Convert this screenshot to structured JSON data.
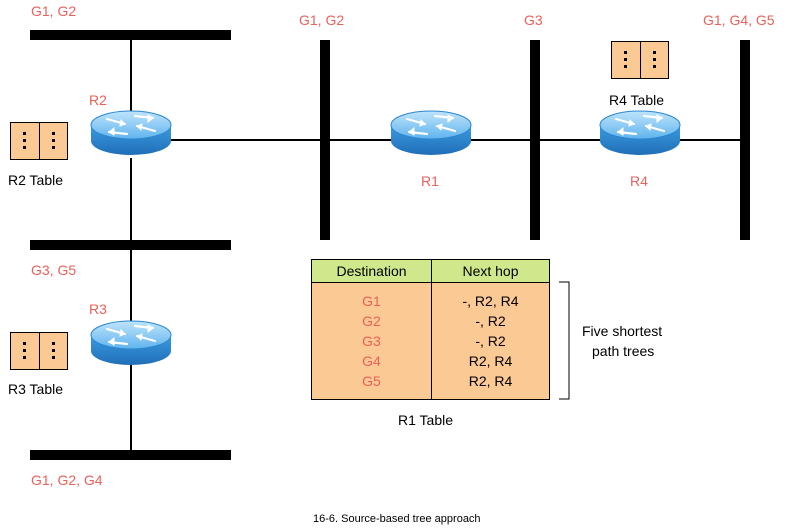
{
  "group_labels": {
    "top_left": "G1, G2",
    "top_mid": "G1, G2",
    "top_g3": "G3",
    "top_right": "G1, G4, G5",
    "mid_left": "G3, G5",
    "bottom_left": "G1, G2, G4"
  },
  "routers": {
    "r1": "R1",
    "r2": "R2",
    "r3": "R3",
    "r4": "R4"
  },
  "table_labels": {
    "r2": "R2 Table",
    "r3": "R3 Table",
    "r4": "R4 Table",
    "r1": "R1 Table"
  },
  "r1_table": {
    "headers": [
      "Destination",
      "Next hop"
    ],
    "rows": [
      {
        "dest": "G1",
        "hop": "-, R2, R4"
      },
      {
        "dest": "G2",
        "hop": "-, R2"
      },
      {
        "dest": "G3",
        "hop": "-, R2"
      },
      {
        "dest": "G4",
        "hop": "R2, R4"
      },
      {
        "dest": "G5",
        "hop": "R2, R4"
      }
    ]
  },
  "annotation": {
    "line1": "Five shortest",
    "line2": "path trees"
  },
  "caption": "16-6. Source-based tree approach",
  "colors": {
    "label_red": "#e8615a",
    "table_orange": "#fbc994",
    "header_green": "#cfe88b",
    "router_blue": "#3d9be0"
  }
}
